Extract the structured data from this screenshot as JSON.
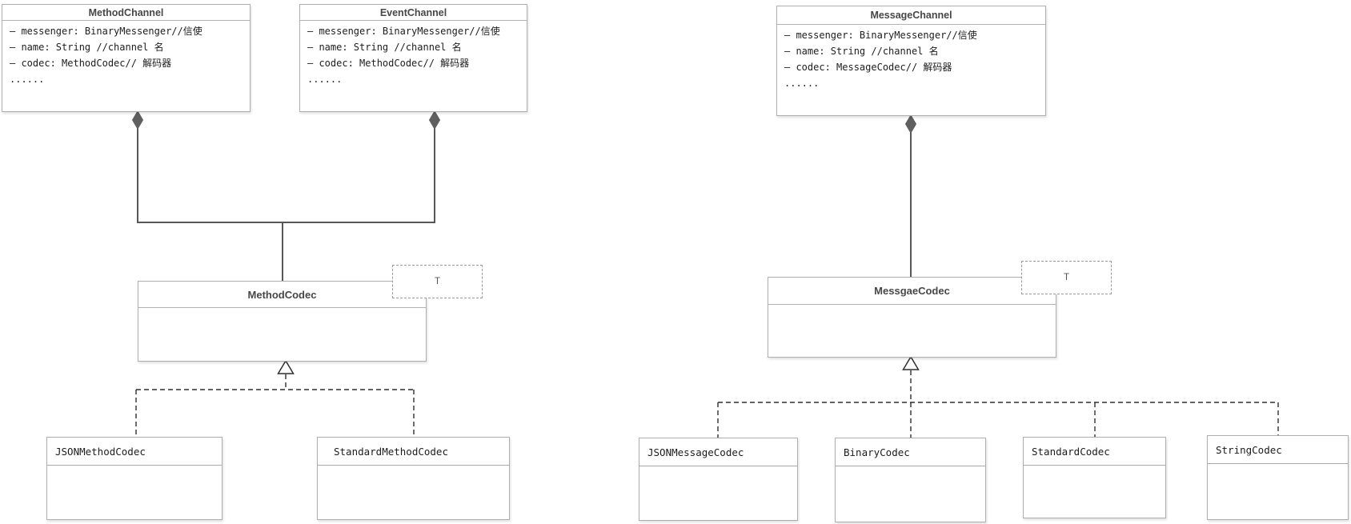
{
  "classes": {
    "method_channel": {
      "title": "MethodChannel",
      "attributes": [
        "– messenger: BinaryMessenger//信使",
        "– name: String //channel 名",
        "– codec: MethodCodec// 解码器",
        "......"
      ]
    },
    "event_channel": {
      "title": "EventChannel",
      "attributes": [
        "– messenger: BinaryMessenger//信使",
        "– name: String //channel 名",
        "– codec: MethodCodec// 解码器",
        "......"
      ]
    },
    "message_channel": {
      "title": "MessageChannel",
      "attributes": [
        "– messenger: BinaryMessenger//信使",
        "– name: String //channel 名",
        "– codec: MessageCodec// 解码器",
        "......"
      ]
    },
    "method_codec": {
      "title": "MethodCodec",
      "type_param": "T"
    },
    "messgae_codec": {
      "title": "MessgaeCodec",
      "type_param": "T"
    },
    "json_method_codec": {
      "title": "JSONMethodCodec"
    },
    "standard_method_codec": {
      "title": "StandardMethodCodec"
    },
    "json_message_codec": {
      "title": "JSONMessageCodec"
    },
    "binary_codec": {
      "title": "BinaryCodec"
    },
    "standard_codec": {
      "title": "StandardCodec"
    },
    "string_codec": {
      "title": "StringCodec"
    }
  },
  "colors": {
    "background": "#ffffff",
    "box_border": "#aeaeae",
    "solid_link": "#575757",
    "dashed_link": "#2f2f2f",
    "title_text": "#474747",
    "attribute_text": "#1d1d1d"
  }
}
